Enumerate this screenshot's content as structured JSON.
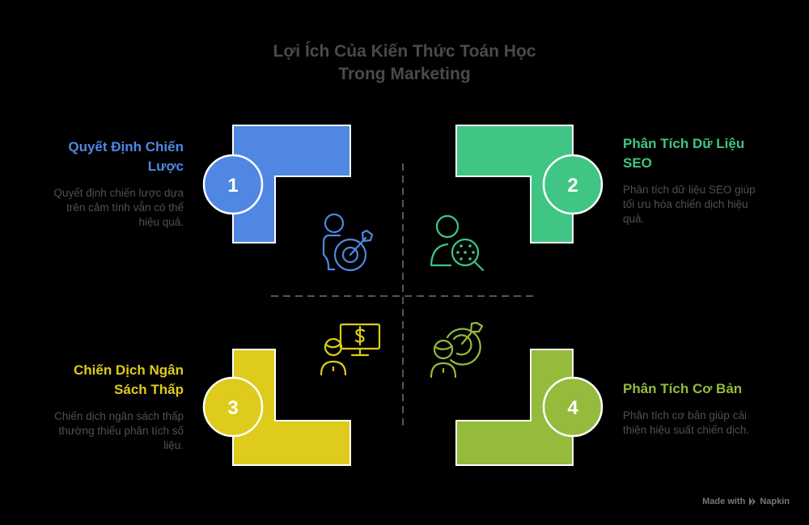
{
  "title": {
    "line1": "Lợi Ích Của Kiến Thức Toán Học",
    "line2": "Trong Marketing"
  },
  "colors": {
    "background": "#000000",
    "blue": "#4f87e3",
    "green": "#40c585",
    "yellow": "#decb1b",
    "lime": "#94bb3c",
    "outline": "#ffffff",
    "divider": "#555555",
    "desc_text": "#505050",
    "title_text": "#4a4a4a"
  },
  "items": [
    {
      "number": "1",
      "heading_l1": "Quyết Định Chiến",
      "heading_l2": "Lược",
      "desc_l1": "Quyết định chiến lược dựa",
      "desc_l2": "trên cảm tính vẫn có thể",
      "desc_l3": "hiệu quả.",
      "icon": "person-target-icon",
      "color": "#4f87e3"
    },
    {
      "number": "2",
      "heading_l1": "Phân Tích Dữ Liệu",
      "heading_l2": "SEO",
      "desc_l1": "Phân tích dữ liệu SEO giúp",
      "desc_l2": "tối ưu hóa chiến dịch hiệu",
      "desc_l3": "quả.",
      "icon": "person-magnifier-icon",
      "color": "#40c585"
    },
    {
      "number": "3",
      "heading_l1": "Chiến Dịch Ngân",
      "heading_l2": "Sách Thấp",
      "desc_l1": "Chiến dịch ngân sách thấp",
      "desc_l2": "thường thiếu phân tích số",
      "desc_l3": "liệu.",
      "icon": "person-dollar-monitor-icon",
      "color": "#decb1b"
    },
    {
      "number": "4",
      "heading_l1": "Phân Tích Cơ Bản",
      "heading_l2": "",
      "desc_l1": "Phân tích cơ bản giúp cải",
      "desc_l2": "thiện hiệu suất chiến dịch.",
      "desc_l3": "",
      "icon": "person-target-icon",
      "color": "#94bb3c"
    }
  ],
  "watermark": {
    "prefix": "Made with",
    "brand": "Napkin"
  }
}
